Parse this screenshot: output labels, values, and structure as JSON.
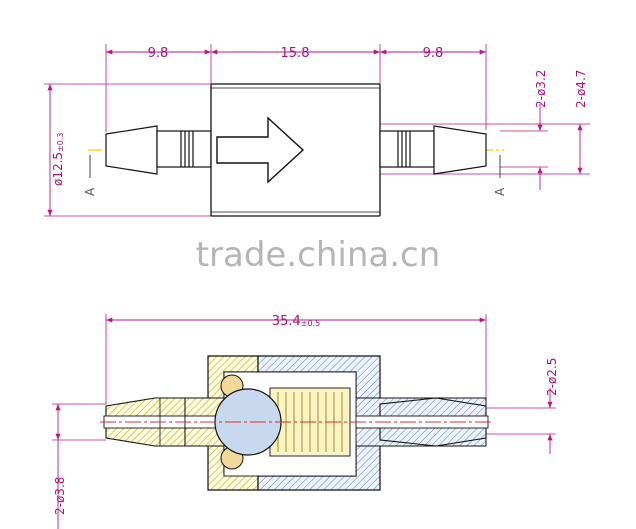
{
  "top_view": {
    "dim_left_length": "9.8",
    "dim_center_length": "15.8",
    "dim_right_length": "9.8",
    "dim_body_diameter": "ø12.5",
    "dim_body_diameter_tol": "±0.3",
    "dim_inner_diameter": "2-ø3.2",
    "dim_outer_diameter": "2-ø4.7",
    "section_mark_left": "A",
    "section_mark_right": "A"
  },
  "watermark": "trade.china.cn",
  "section_view": {
    "dim_total_length": "35.4",
    "dim_total_length_tol": "±0.5",
    "dim_bore_diameter": "2-ø2.5",
    "dim_barb_diameter": "2-ø3.8"
  },
  "colors": {
    "dimension": "#c0148a",
    "outline": "#111111",
    "centerline": "#f0d000",
    "center_red": "#d43030",
    "hatch_yellow": "#d8cc20",
    "hatch_blue": "#5a7fc0",
    "ball_fill": "#c8d8ee",
    "seal_fill": "#f2d89a",
    "spring_fill": "#fbf3c8"
  }
}
